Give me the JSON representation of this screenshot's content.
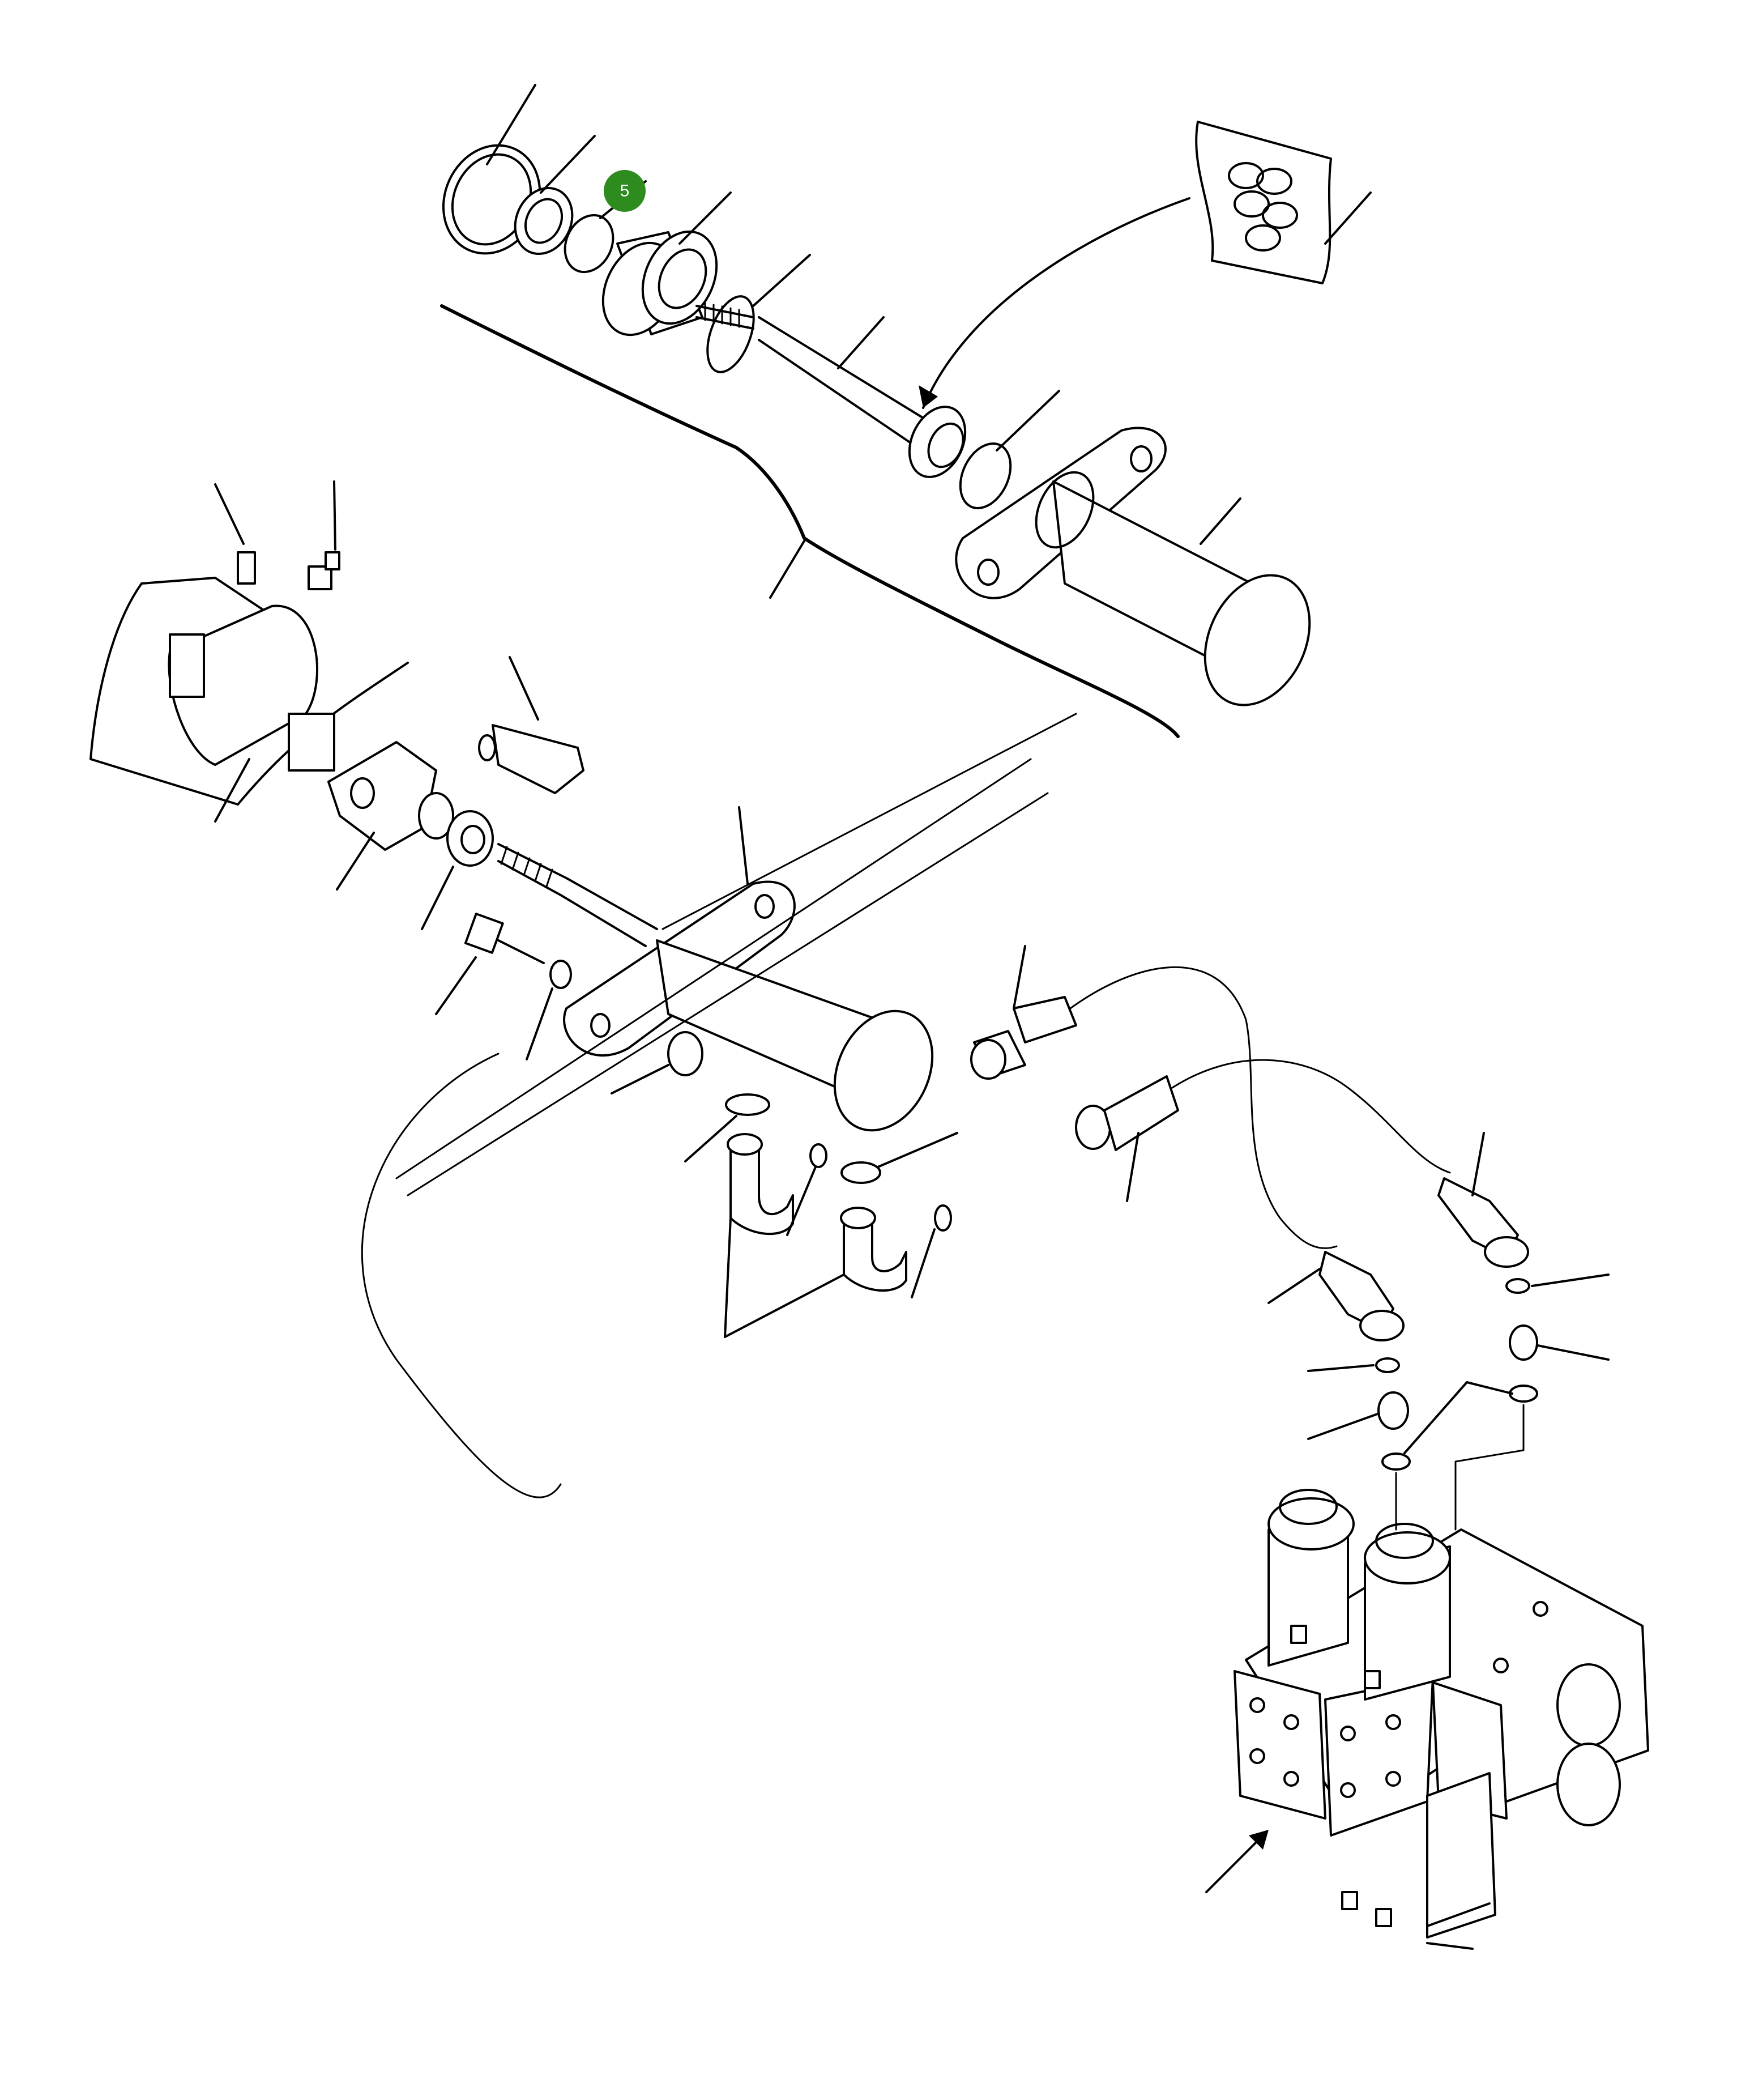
{
  "callout": {
    "label": "5",
    "color": "#2e8b1e"
  },
  "icons": [
    "o-ring",
    "seal-kit-pack",
    "cylinder",
    "clevis",
    "elbow-fitting",
    "hose",
    "solenoid-valve-block",
    "pointer-arrow"
  ]
}
